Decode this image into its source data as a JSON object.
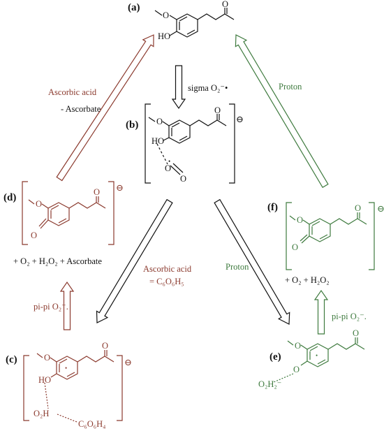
{
  "panels": {
    "a": {
      "label": "(a)",
      "atoms": {
        "o_methoxy": "O",
        "ho": "HO",
        "ketone_o": "O"
      }
    },
    "b": {
      "label": "(b)",
      "atoms": {
        "o_methoxy": "O",
        "ho": "HO",
        "o2": "O",
        "radical_dot": "•"
      },
      "charge": "⊖"
    },
    "c": {
      "label": "(c)",
      "atoms": {
        "o_methoxy": "O",
        "ho": "HO",
        "ketone_o": "O",
        "o2h": "O₂H",
        "c6": "C₆O₆H₄",
        "ring_dot": "•"
      },
      "charge": "⊖"
    },
    "d": {
      "label": "(d)",
      "atoms": {
        "o_methoxy": "O",
        "o_keto": "O",
        "ketone_o": "O"
      },
      "charge": "⊖",
      "products": "+ O₂ + H₂O₂ + Ascorbate"
    },
    "e": {
      "label": "(e)",
      "atoms": {
        "o_methoxy": "O",
        "o_phen": "O",
        "ketone_o": "O",
        "o2h": "O₂H₂⁻",
        "ring_dot": "•"
      }
    },
    "f": {
      "label": "(f)",
      "atoms": {
        "o_methoxy": "O",
        "o_keto": "O",
        "ketone_o": "O"
      },
      "charge": "⊖",
      "products": "+ O₂ + H₂O₂"
    }
  },
  "arrow_labels": {
    "sigma": "sigma O₂⁻•",
    "ascorbic_left": "Ascorbic acid",
    "ascorbate": "- Ascorbate",
    "ascorbic_mid": "Ascorbic acid",
    "c6o6h5": "= C₆O₆H₅",
    "proton_right": "Proton",
    "proton_mid": "Proton",
    "pipi_left": "pi-pi O₂⁻.",
    "pipi_right": "pi-pi O₂⁻."
  },
  "colors": {
    "black": "#111111",
    "red": "#8b3a2e",
    "green": "#3e7a3e"
  }
}
